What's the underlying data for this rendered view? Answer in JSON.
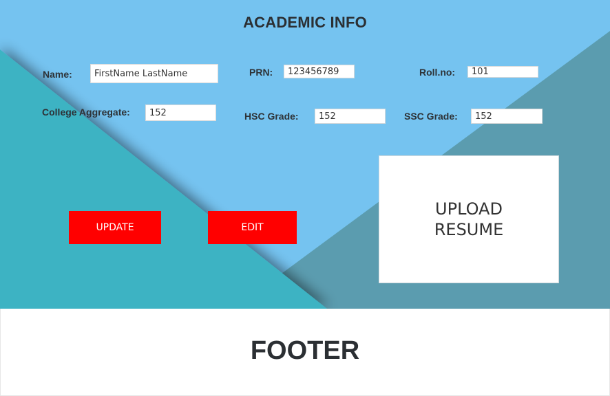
{
  "header": {
    "title": "ACADEMIC INFO"
  },
  "form": {
    "name": {
      "label": "Name:",
      "value": "FirstName LastName"
    },
    "prn": {
      "label": "PRN:",
      "value": "123456789"
    },
    "roll_no": {
      "label": "Roll.no:",
      "value": "101"
    },
    "college_aggregate": {
      "label": "College Aggregate:",
      "value": "152"
    },
    "hsc_grade": {
      "label": "HSC Grade:",
      "value": "152"
    },
    "ssc_grade": {
      "label": "SSC Grade:",
      "value": "152"
    }
  },
  "actions": {
    "update_label": "UPDATE",
    "edit_label": "EDIT"
  },
  "upload": {
    "label": "UPLOAD RESUME"
  },
  "footer": {
    "text": "FOOTER"
  },
  "colors": {
    "sky": "#75c3f0",
    "teal_left": "#3cb3c3",
    "teal_right": "#5b9caf",
    "button": "#ff0000",
    "text_dark": "#2b2f33"
  }
}
